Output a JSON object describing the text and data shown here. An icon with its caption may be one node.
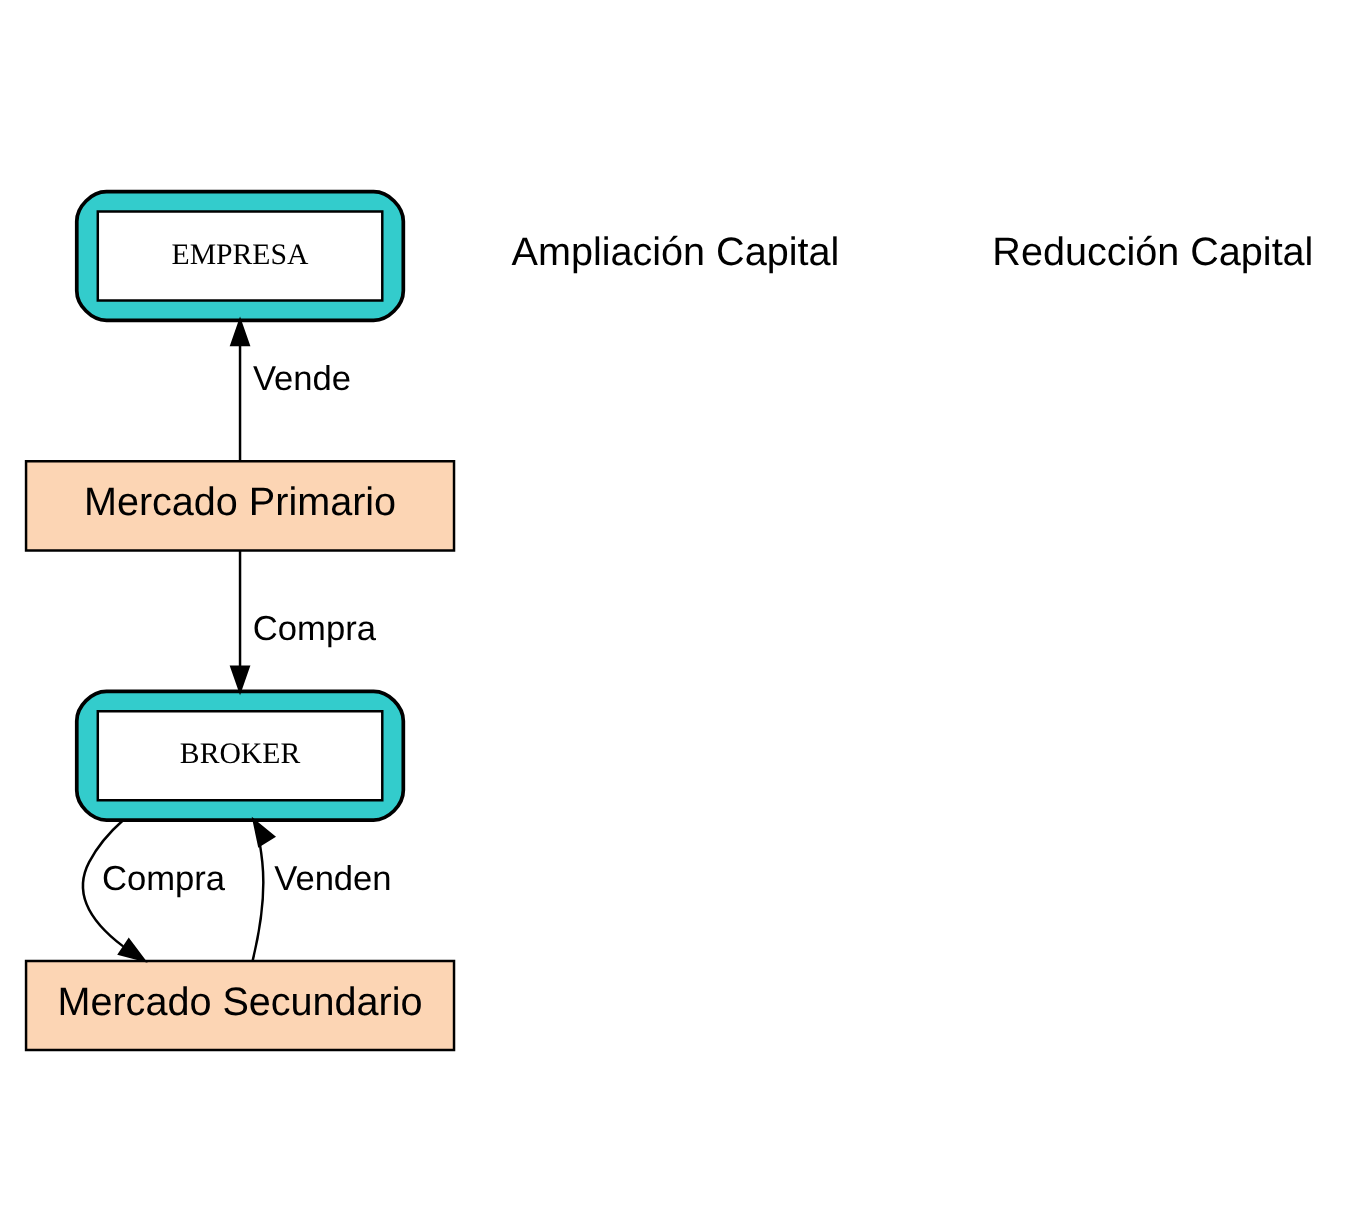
{
  "diagram": {
    "nodes": [
      {
        "text": [],
        "shape": "ellipse"
      },
      {
        "text": [
          "EMPRESA"
        ],
        "in": 0
      },
      {
        "text": [
          "Mercado Primario"
        ]
      },
      {
        "text": [],
        "shape": "ellipse"
      },
      {
        "text": [
          "BROKER"
        ],
        "in": 3
      },
      {
        "text": [
          "Mercado Secundario"
        ]
      }
    ],
    "edges": [
      {
        "from": 2,
        "to": 0,
        "arrow": "to",
        "label": "Vende"
      },
      {
        "from": 2,
        "to": 3,
        "arrow": "to",
        "label": "Compra"
      },
      {
        "from": 3,
        "to": 5,
        "arrow": "to",
        "label": "Compra"
      },
      {
        "from": 5,
        "to": 3,
        "arrow": "to",
        "label": "Venden"
      }
    ],
    "labels": [
      "Ampliación Capital",
      "Reducción Capital"
    ]
  }
}
